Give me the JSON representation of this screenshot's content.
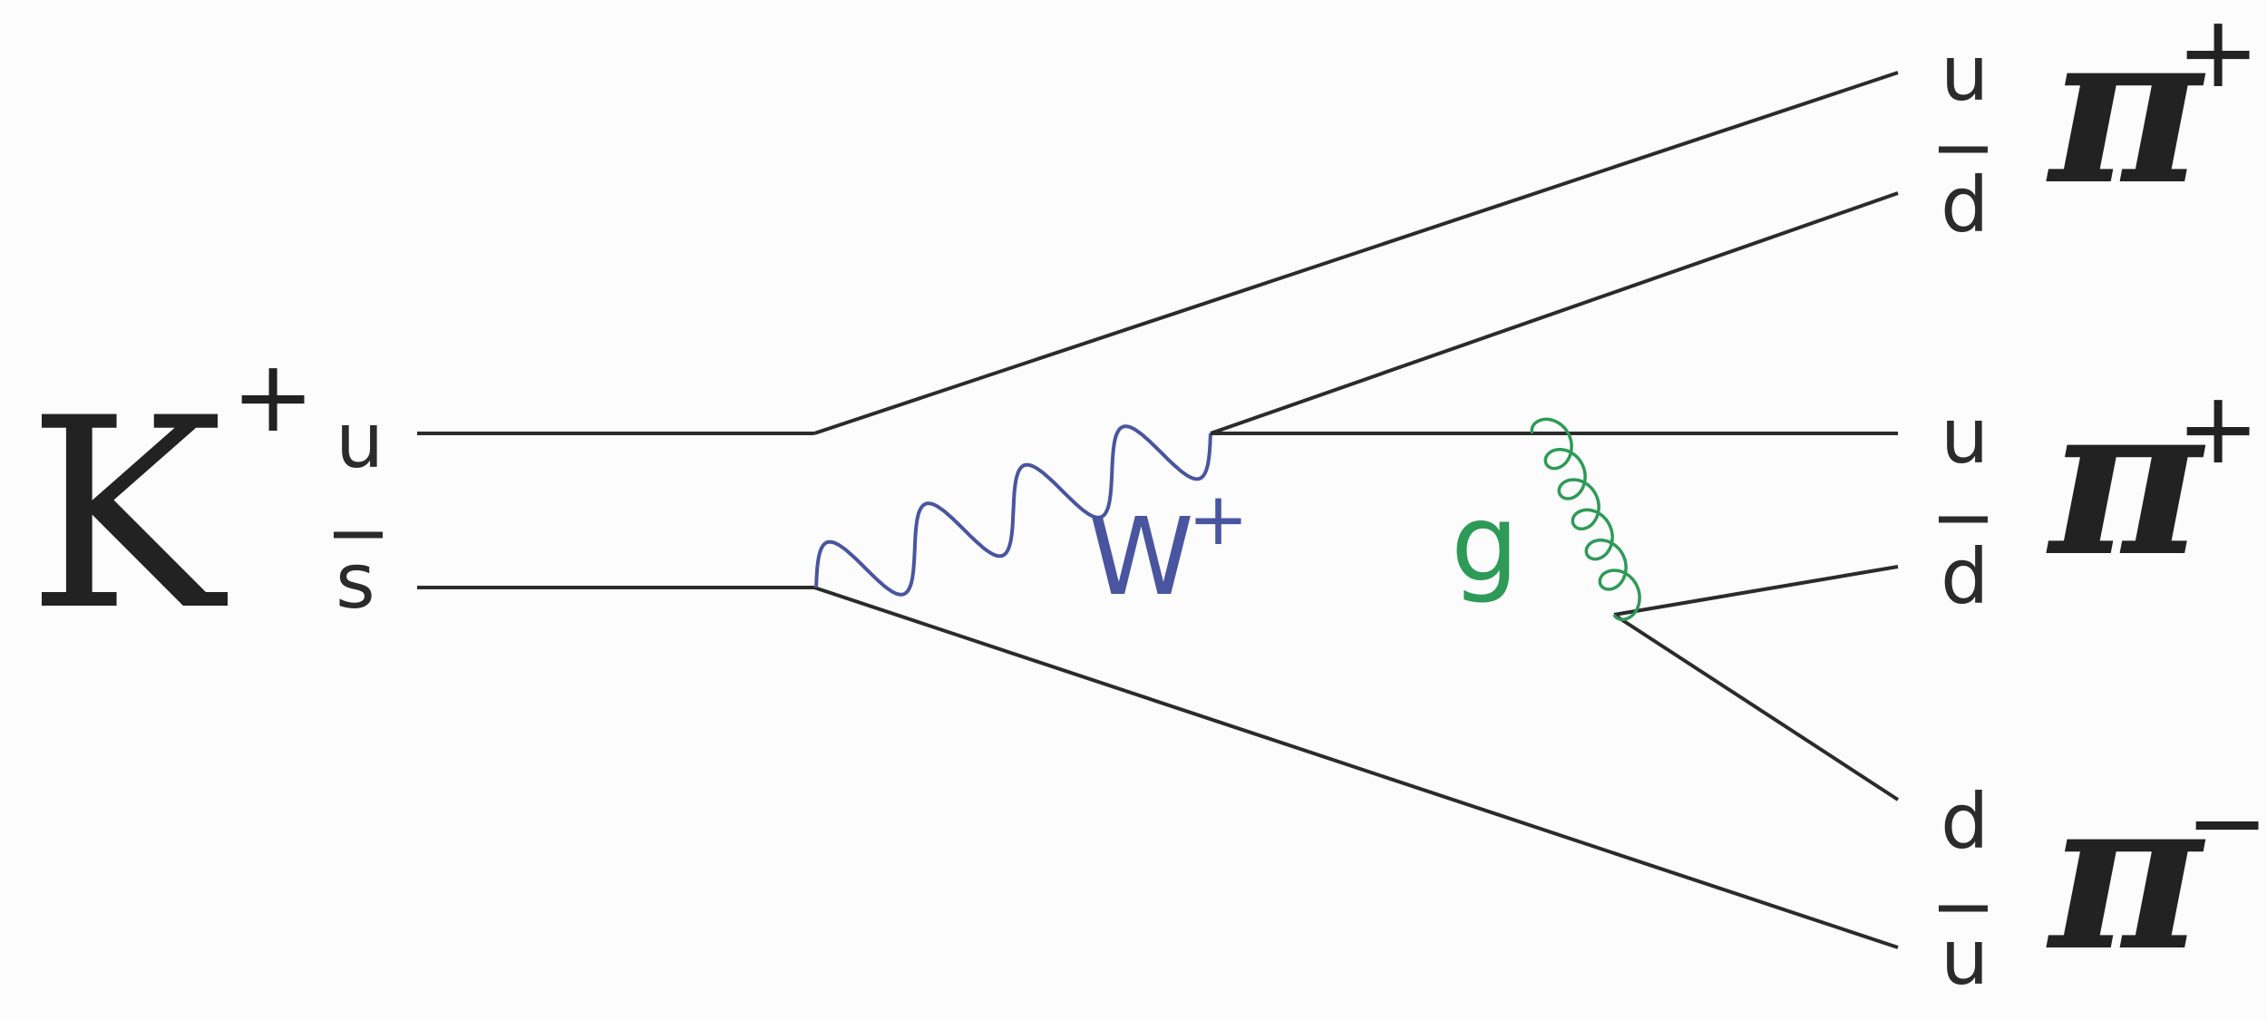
{
  "incoming": {
    "particle": "K",
    "charge": "+",
    "quark": "u",
    "antiquark": "s"
  },
  "boson": {
    "symbol": "W",
    "charge": "+",
    "color": "#4a55a0"
  },
  "gluon": {
    "symbol": "g",
    "color": "#2e9a57"
  },
  "outgoing": [
    {
      "particle": "π",
      "charge": "+",
      "quark": "u",
      "antiquark": "d"
    },
    {
      "particle": "π",
      "charge": "+",
      "quark": "u",
      "antiquark": "d"
    },
    {
      "particle": "π",
      "charge": "−",
      "quark": "d",
      "antiquark": "u"
    }
  ],
  "line_color": "#2b2b2b"
}
